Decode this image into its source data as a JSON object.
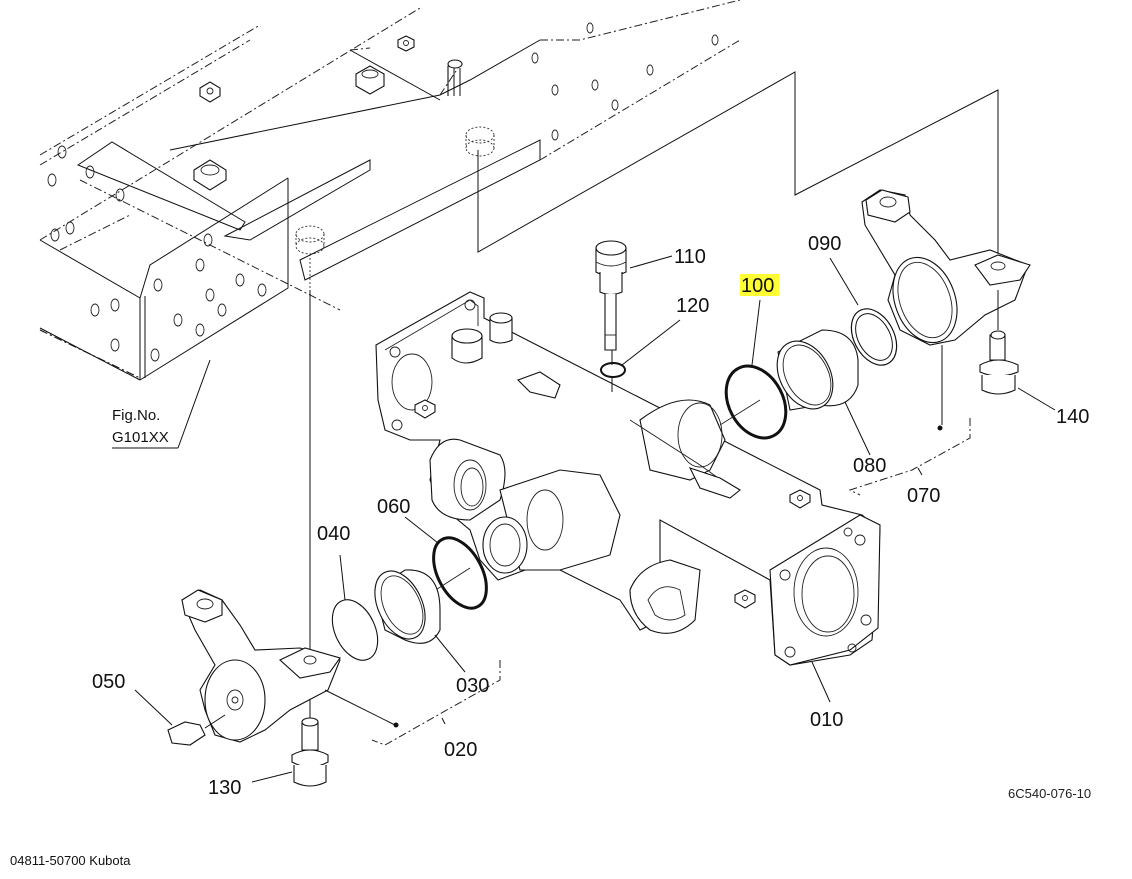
{
  "document": {
    "footer_text": "04811-50700 Kubota",
    "reference_code": "6C540-076-10",
    "figure_reference": {
      "line1": "Fig.No.",
      "line2": "G101XX"
    }
  },
  "callouts": [
    {
      "id": "010",
      "label": "010",
      "highlighted": false
    },
    {
      "id": "020",
      "label": "020",
      "highlighted": false
    },
    {
      "id": "030",
      "label": "030",
      "highlighted": false
    },
    {
      "id": "040",
      "label": "040",
      "highlighted": false
    },
    {
      "id": "050",
      "label": "050",
      "highlighted": false
    },
    {
      "id": "060",
      "label": "060",
      "highlighted": false
    },
    {
      "id": "070",
      "label": "070",
      "highlighted": false
    },
    {
      "id": "080",
      "label": "080",
      "highlighted": false
    },
    {
      "id": "090",
      "label": "090",
      "highlighted": false
    },
    {
      "id": "100",
      "label": "100",
      "highlighted": true
    },
    {
      "id": "110",
      "label": "110",
      "highlighted": false
    },
    {
      "id": "120",
      "label": "120",
      "highlighted": false
    },
    {
      "id": "130",
      "label": "130",
      "highlighted": false
    },
    {
      "id": "140",
      "label": "140",
      "highlighted": false
    }
  ],
  "colors": {
    "highlight": "#ffff33",
    "line": "#111111",
    "background": "#ffffff"
  }
}
